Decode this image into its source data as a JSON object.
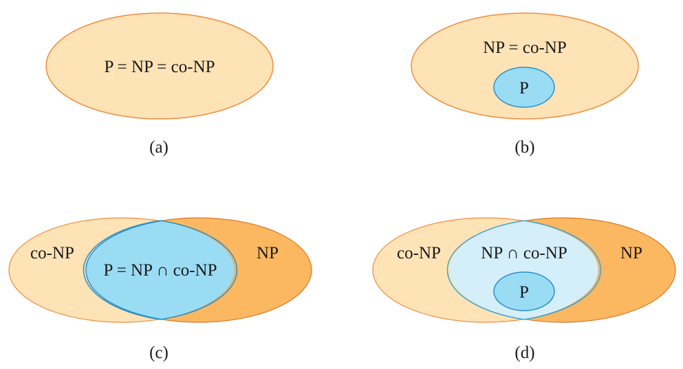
{
  "colors": {
    "light_orange_fill": "#fde3b6",
    "orange_stroke": "#f08c3c",
    "dark_orange_fill": "#fbb860",
    "blue_fill": "#9adcf4",
    "blue_stroke": "#2a90c8",
    "pale_blue_fill": "#d4eefa",
    "background": "#ffffff"
  },
  "panels": {
    "a": {
      "caption": "(a)",
      "center_label": "P = NP = co-NP"
    },
    "b": {
      "caption": "(b)",
      "outer_label": "NP = co-NP",
      "inner_label": "P"
    },
    "c": {
      "caption": "(c)",
      "left_label": "co-NP",
      "right_label": "NP",
      "intersection_label": "P = NP ∩ co-NP"
    },
    "d": {
      "caption": "(d)",
      "left_label": "co-NP",
      "right_label": "NP",
      "intersection_label": "NP ∩ co-NP",
      "inner_label": "P"
    }
  }
}
